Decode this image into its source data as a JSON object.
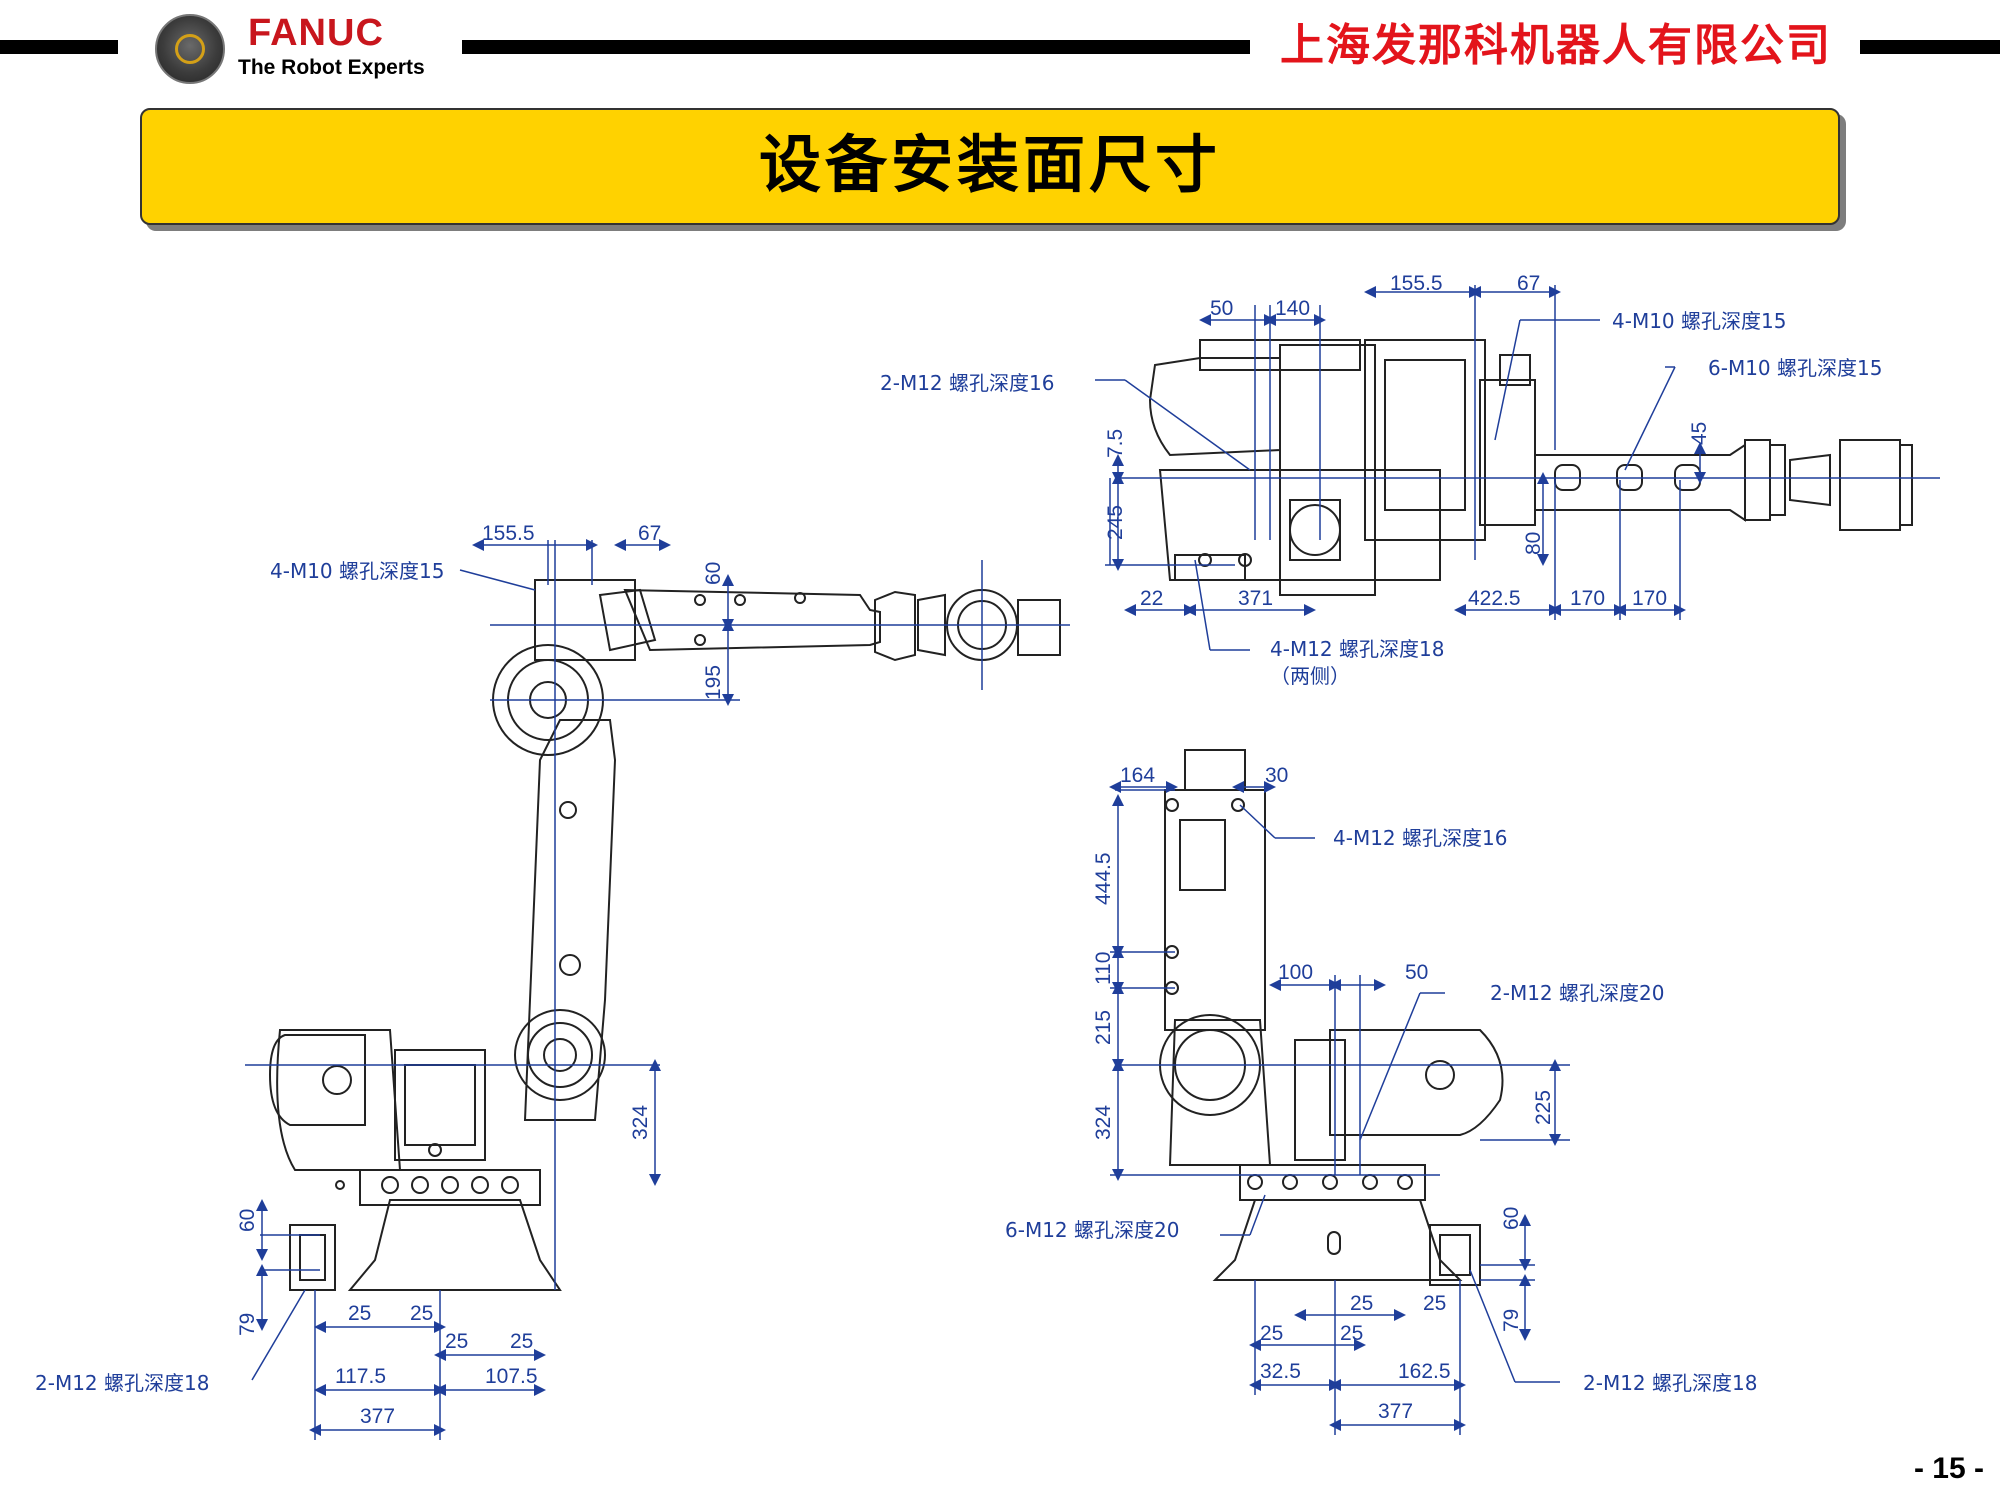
{
  "header": {
    "brand": "FANUC",
    "tagline": "The Robot Experts",
    "company": "上海发那科机器人有限公司"
  },
  "title": "设备安装面尺寸",
  "page_number": "- 15 -",
  "colors": {
    "brand_red": "#c8161d",
    "banner_yellow": "#ffd200",
    "dimension_blue": "#1f3e9a"
  },
  "side_view": {
    "dims": {
      "d155_5": "155.5",
      "d67": "67",
      "d60_top": "60",
      "d195": "195",
      "d324": "324",
      "d60_base": "60",
      "d79": "79",
      "d25_a": "25",
      "d25_b": "25",
      "d25_c": "25",
      "d25_d": "25",
      "d117_5": "117.5",
      "d107_5": "107.5",
      "d377": "377"
    },
    "notes": {
      "top": "4-M10 螺孔深度15",
      "bottom": "2-M12 螺孔深度18"
    }
  },
  "top_view": {
    "dims": {
      "d155_5": "155.5",
      "d67": "67",
      "d50": "50",
      "d140": "140",
      "d7_5": "7.5",
      "d245": "245",
      "d45": "45",
      "d80": "80",
      "d22": "22",
      "d371": "371",
      "d422_5": "422.5",
      "d170_a": "170",
      "d170_b": "170"
    },
    "notes": {
      "m10_4": "4-M10 螺孔深度15",
      "m10_6": "6-M10 螺孔深度15",
      "m12_2": "2-M12 螺孔深度16",
      "m12_4": "4-M12 螺孔深度18",
      "both_sides": "（两侧）"
    }
  },
  "front_view": {
    "dims": {
      "d164": "164",
      "d30": "30",
      "d444_5": "444.5",
      "d110": "110",
      "d215": "215",
      "d324": "324",
      "d100": "100",
      "d50": "50",
      "d225": "225",
      "d60": "60",
      "d79": "79",
      "d25_a": "25",
      "d25_b": "25",
      "d25_c": "25",
      "d25_d": "25",
      "d32_5": "32.5",
      "d162_5": "162.5",
      "d377": "377"
    },
    "notes": {
      "m12_4": "4-M12 螺孔深度16",
      "m12_2_20": "2-M12 螺孔深度20",
      "m12_6_20": "6-M12 螺孔深度20",
      "m12_2_18": "2-M12 螺孔深度18"
    }
  }
}
